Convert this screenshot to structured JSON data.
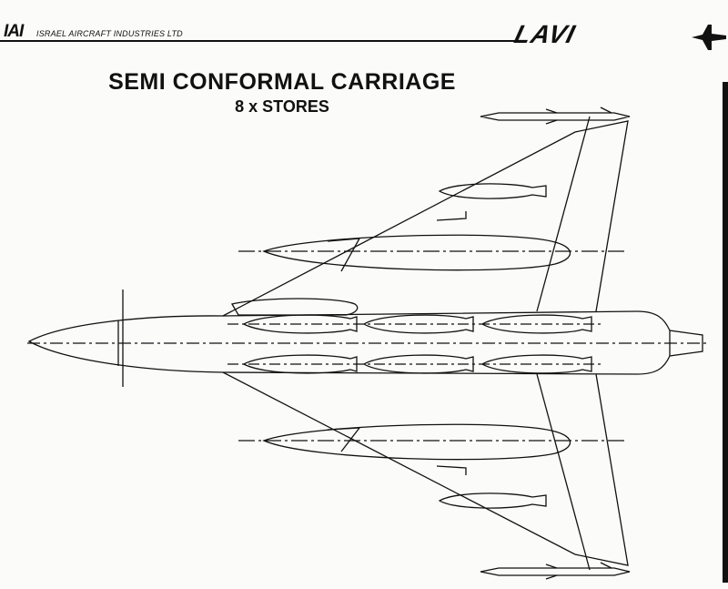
{
  "header": {
    "logo_mark": "IAI",
    "company": "ISRAEL AIRCRAFT INDUSTRIES LTD",
    "brand": "LAVI"
  },
  "diagram": {
    "title": "SEMI CONFORMAL CARRIAGE",
    "subtitle": "8 x STORES"
  },
  "colors": {
    "ink": "#111111",
    "paper": "#fbfbf9"
  }
}
